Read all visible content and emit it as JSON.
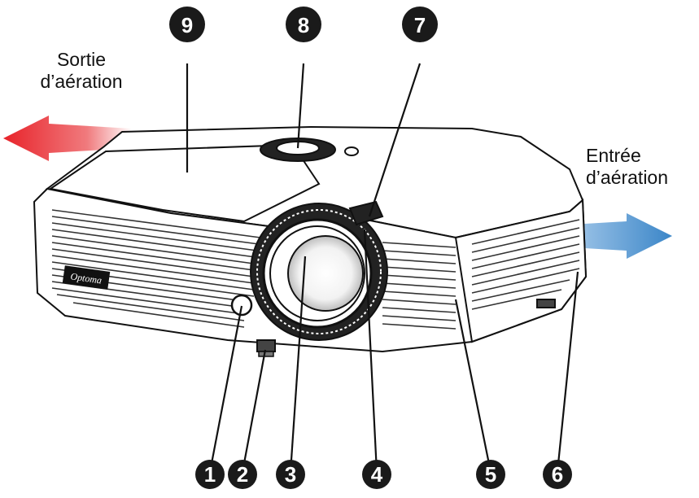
{
  "labels": {
    "air_outlet": [
      "Sortie",
      "d’aération"
    ],
    "air_inlet": [
      "Entrée",
      "d’aération"
    ],
    "brand": "Optoma"
  },
  "callouts": [
    {
      "number": "1"
    },
    {
      "number": "2"
    },
    {
      "number": "3"
    },
    {
      "number": "4"
    },
    {
      "number": "5"
    },
    {
      "number": "6"
    },
    {
      "number": "7"
    },
    {
      "number": "8"
    },
    {
      "number": "9"
    }
  ],
  "colors": {
    "outlet_arrow": "#e8232a",
    "inlet_arrow": "#3b86c8",
    "callout_fill": "#1a1a1a",
    "body_stroke": "#111111"
  }
}
